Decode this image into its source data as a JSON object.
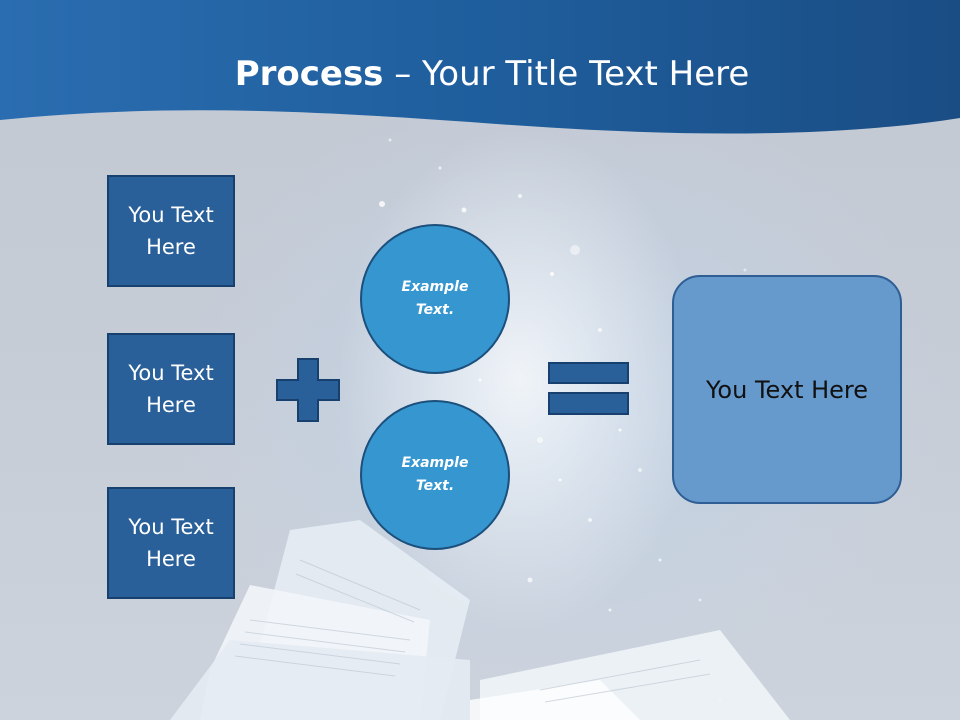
{
  "slide": {
    "title_bold": "Process",
    "title_rest": " – Your Title Text Here"
  },
  "left_boxes": [
    {
      "label": "You Text Here"
    },
    {
      "label": "You Text Here"
    },
    {
      "label": "You Text Here"
    }
  ],
  "circles": [
    {
      "label": "Example Text."
    },
    {
      "label": "Example Text."
    }
  ],
  "result": {
    "label": "You Text Here"
  },
  "colors": {
    "header": "#1f5f9e",
    "box_fill": "#2a6099",
    "circle_fill": "#3596d0",
    "result_fill": "#6699cc",
    "operator_fill": "#2a6099"
  },
  "icons": {
    "plus": "plus-icon",
    "equals": "equals-icon"
  }
}
